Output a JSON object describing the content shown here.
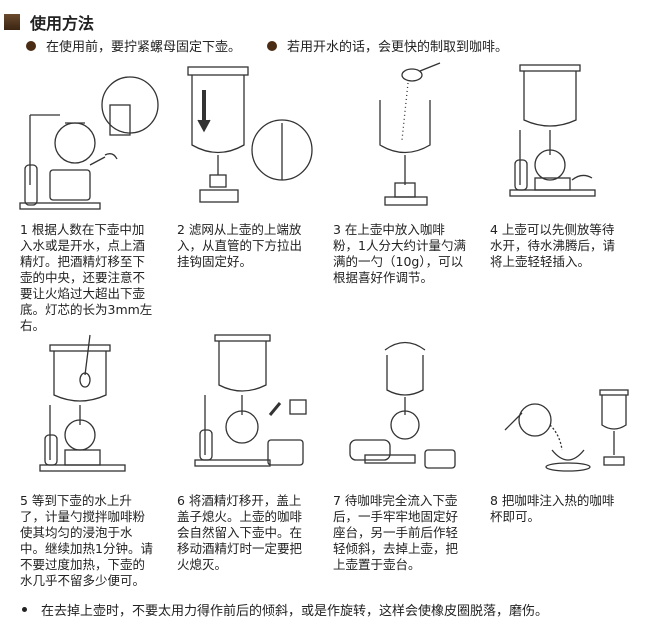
{
  "header": {
    "title": "使用方法"
  },
  "tips": [
    "在使用前，要拧紧螺母固定下壶。",
    "若用开水的话，会更快的制取到咖啡。"
  ],
  "steps": [
    {
      "lines": [
        "1 根据人数在下壶中加",
        "入水或是开水，点上酒",
        "精灯。把酒精灯移至下",
        "壶的中央，还要注意不",
        "要让火焰过大超出下壶",
        "底。灯芯的长为3mm左",
        "右。"
      ]
    },
    {
      "lines": [
        "2 滤网从上壶的上端放",
        "入，从直管的下方拉出",
        "挂钩固定好。"
      ]
    },
    {
      "lines": [
        "3 在上壶中放入咖啡",
        "粉，1人分大约计量勺满",
        "满的一勺（10g），可以",
        "根据喜好作调节。"
      ]
    },
    {
      "lines": [
        "4 上壶可以先侧放等待",
        "水开，待水沸腾后，请",
        "将上壶轻轻插入。"
      ]
    },
    {
      "lines": [
        "5 等到下壶的水上升",
        "了，计量勺搅拌咖啡粉",
        "使其均匀的浸泡于水",
        "中。继续加热1分钟。请",
        "不要过度加热，下壶的",
        "水几乎不留多少便可。"
      ]
    },
    {
      "lines": [
        "6 将酒精灯移开，盖上",
        "盖子熄火。上壶的咖啡",
        "会自然留入下壶中。在",
        "移动酒精灯时一定要把",
        "火熄灭。"
      ]
    },
    {
      "lines": [
        "7 待咖啡完全流入下壶",
        "后，一手牢牢地固定好",
        "座台，另一手前后作轻",
        "轻倾斜，去掉上壶，把",
        "上壶置于壶台。"
      ]
    },
    {
      "lines": [
        "8 把咖啡注入热的咖啡",
        "杯即可。"
      ]
    }
  ],
  "note": "在去掉上壶时，不要太用力得作前后的倾斜，或是作旋转，这样会使橡皮圈脱落，磨伤。"
}
